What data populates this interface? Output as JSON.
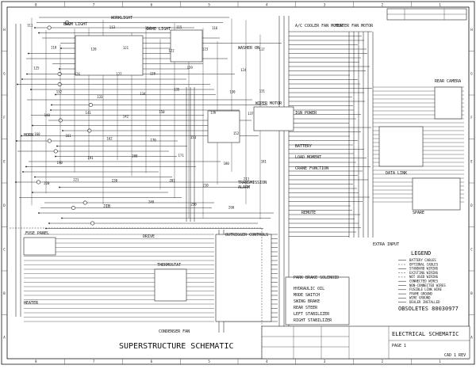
{
  "drawing": {
    "title_main": "SUPERSTRUCTURE SCHEMATIC",
    "obsolete_label": "OBSOLETES 80030977",
    "title_block": {
      "caption": "ELECTRICAL SCHEMATIC",
      "sub": "PAGE 1",
      "sheet": "CAD 1 REV"
    },
    "zone_letters_left": [
      "H",
      "G",
      "F",
      "E",
      "D",
      "C",
      "B",
      "A"
    ],
    "zone_numbers_top": [
      "8",
      "7",
      "6",
      "5",
      "4",
      "3",
      "2",
      "1"
    ]
  },
  "legend": {
    "title": "LEGEND",
    "items": [
      "BATTERY CABLES",
      "OPTIONAL CABLES",
      "STANDARD WIRING",
      "EXISTING WIRING",
      "NOT USED WIRING",
      "CONNECTED WIRES",
      "NON-CONNECTED WIRES",
      "FUSIBLE LINK WIRE",
      "FRAME GROUND",
      "WIRE GROUND",
      "DEALER INSTALLED"
    ]
  },
  "labels": {
    "boom_light": "BOOM LIGHT",
    "worklight": "WORKLIGHT",
    "dome_light": "DOME LIGHT",
    "ac_cooler": "A/C COOLER FAN MOTOR",
    "heater_fan": "HEATER FAN MOTOR",
    "wiper_motor": "WIPER MOTOR",
    "washer": "WASHER ON",
    "ign_power": "IGN POWER",
    "battery": "BATTERY",
    "load_moment": "LOAD MOMENT",
    "crane_function": "CRANE FUNCTION",
    "outrigger_control": "OUTRIGGER CONTROLS",
    "transmission": "TRANSMISSION",
    "park_brake": "PARK BRAKE SOLENOID",
    "hydraulic_oil": "HYDRAULIC OIL",
    "mode_switch": "MODE SWITCH",
    "swing_brake": "SWING BRAKE",
    "rear_steer": "REAR STEER",
    "left_stabilizer": "LEFT STABILIZER",
    "right_stabilizer": "RIGHT STABILIZER",
    "condenser": "CONDENSER FAN",
    "thermostat": "THERMOSTAT",
    "fuse_panel": "FUSE PANEL",
    "horn": "HORN",
    "heater": "HEATER",
    "camera": "REAR CAMERA",
    "jib": "JIB",
    "drive": "DRIVE",
    "data_link": "DATA LINK",
    "alarm": "ALARM",
    "spare": "SPARE",
    "extra_input": "EXTRA INPUT",
    "remote": "REMOTE"
  },
  "wire_numbers": [
    "111",
    "112",
    "113",
    "114",
    "115",
    "116",
    "117",
    "118",
    "120",
    "121",
    "122",
    "123",
    "124",
    "125",
    "126",
    "127",
    "128",
    "129",
    "130",
    "131",
    "132",
    "133",
    "134",
    "135",
    "136",
    "137",
    "140",
    "141",
    "142",
    "150",
    "151",
    "152",
    "160",
    "161",
    "162",
    "170",
    "171",
    "180",
    "181",
    "190",
    "191",
    "200",
    "201",
    "210",
    "211",
    "220",
    "221",
    "230",
    "240",
    "250",
    "260"
  ]
}
